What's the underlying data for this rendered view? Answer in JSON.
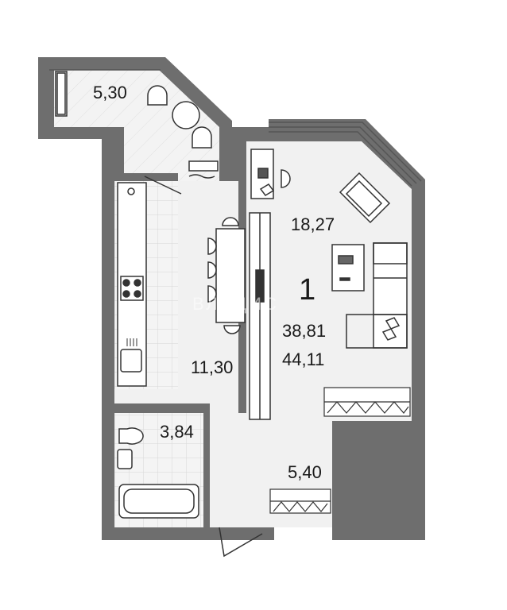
{
  "rooms": {
    "balcony_area": "5,30",
    "living_area": "18,27",
    "kitchen_area": "11,30",
    "bathroom_area": "3,84",
    "hall_area": "5,40"
  },
  "apartment": {
    "rooms_count": "1",
    "living_total": "38,81",
    "total_area": "44,11"
  },
  "watermark": "ВЛАДИС",
  "colors": {
    "wall": "#6e6e6e",
    "floor": "#f1f1f1",
    "furniture_stroke": "#333333",
    "tile_line": "#dcdcdc"
  }
}
